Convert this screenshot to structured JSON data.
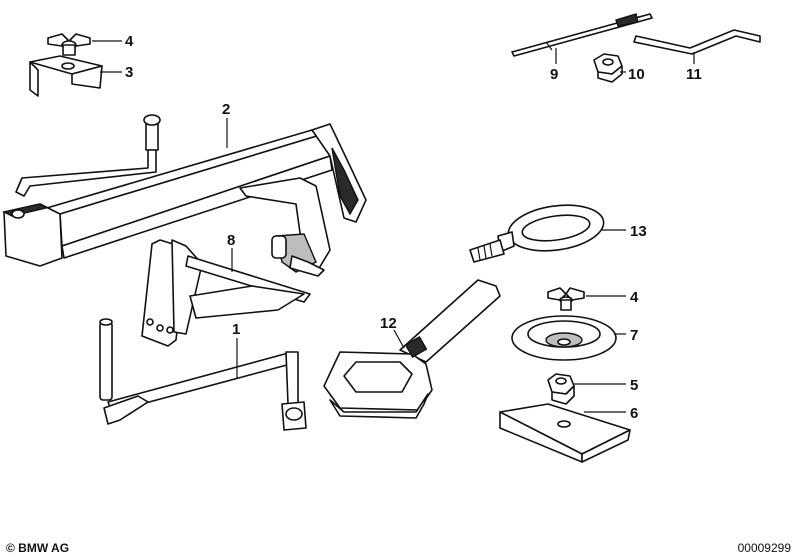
{
  "diagram": {
    "callouts": {
      "c1": "1",
      "c2": "2",
      "c3": "3",
      "c4a": "4",
      "c4b": "4",
      "c5": "5",
      "c6": "6",
      "c7": "7",
      "c8": "8",
      "c9": "9",
      "c10": "10",
      "c11": "11",
      "c12": "12",
      "c13": "13"
    }
  },
  "footer": {
    "copyright": "© BMW AG",
    "drawing_number": "00009299"
  }
}
